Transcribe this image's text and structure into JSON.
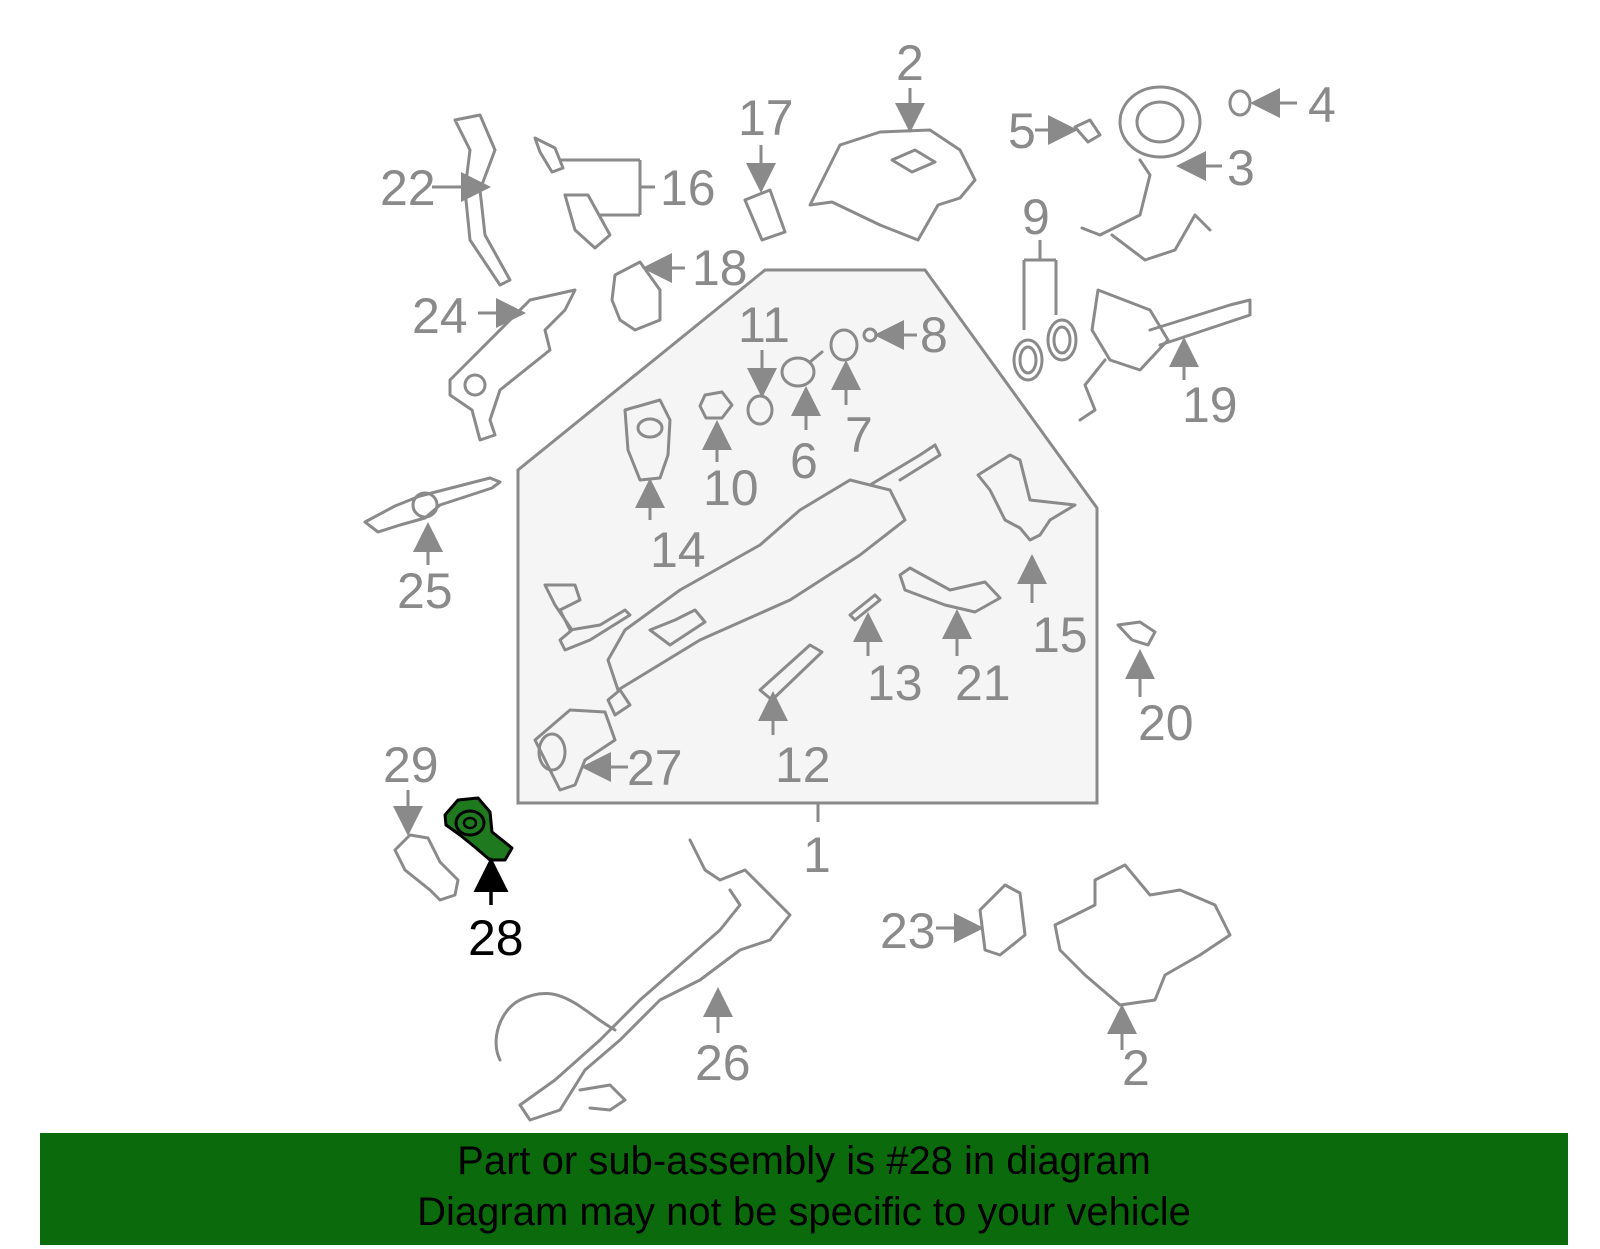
{
  "colors": {
    "part_stroke": "#8a8a8a",
    "highlight_fill": "#1f7a1f",
    "banner_bg": "#0b6a0b",
    "box_fill": "#f5f5f5"
  },
  "labels": {
    "l1": "1",
    "l2a": "2",
    "l2b": "2",
    "l3": "3",
    "l4": "4",
    "l5": "5",
    "l6": "6",
    "l7": "7",
    "l8": "8",
    "l9": "9",
    "l10": "10",
    "l11": "11",
    "l12": "12",
    "l13": "13",
    "l14": "14",
    "l15": "15",
    "l16": "16",
    "l17": "17",
    "l18": "18",
    "l19": "19",
    "l20": "20",
    "l21": "21",
    "l22": "22",
    "l23": "23",
    "l24": "24",
    "l25": "25",
    "l26": "26",
    "l27": "27",
    "l28": "28",
    "l29": "29"
  },
  "highlighted_part": "28",
  "banner": {
    "line1": "Part or sub-assembly is #28 in diagram",
    "line2": "Diagram may not be specific to your vehicle"
  }
}
